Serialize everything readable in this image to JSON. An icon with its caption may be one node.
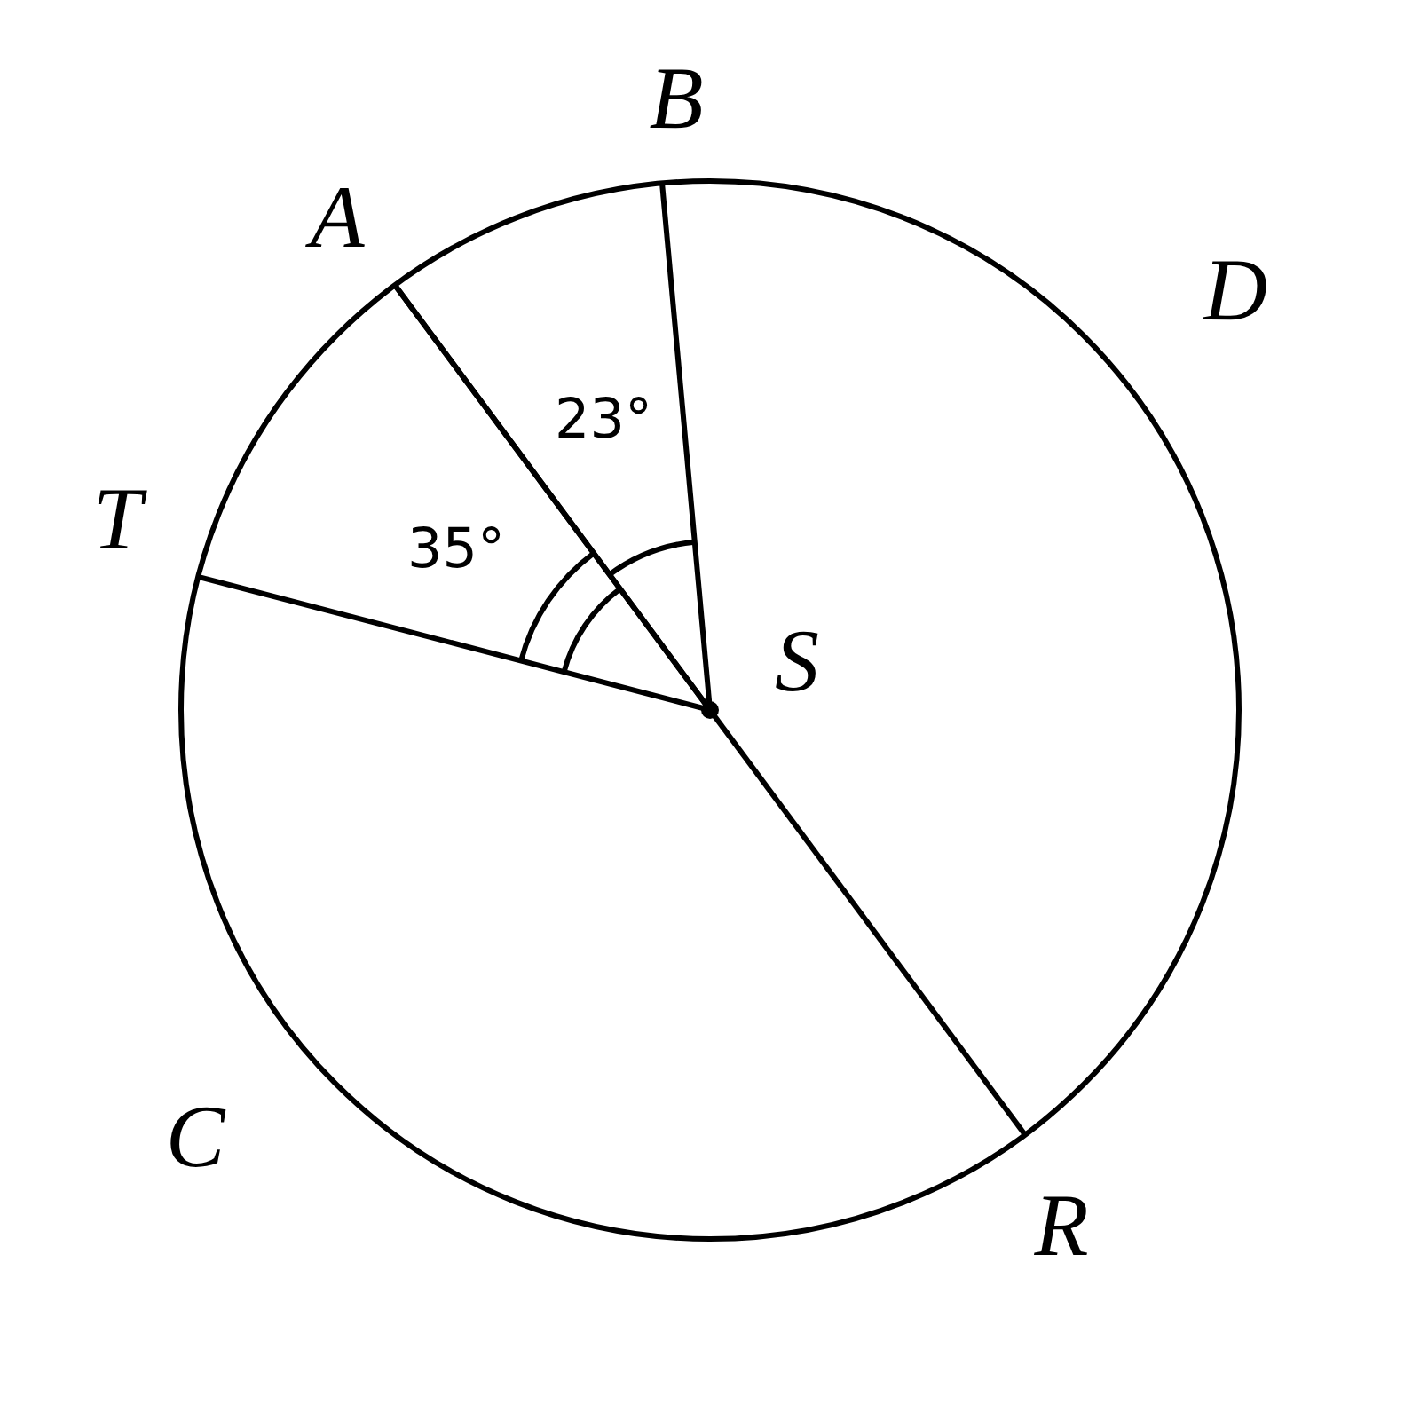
{
  "diagram": {
    "labels": [
      "B",
      "A",
      "D",
      "T",
      "23°",
      "35°",
      "S",
      "C",
      "R"
    ]
  }
}
